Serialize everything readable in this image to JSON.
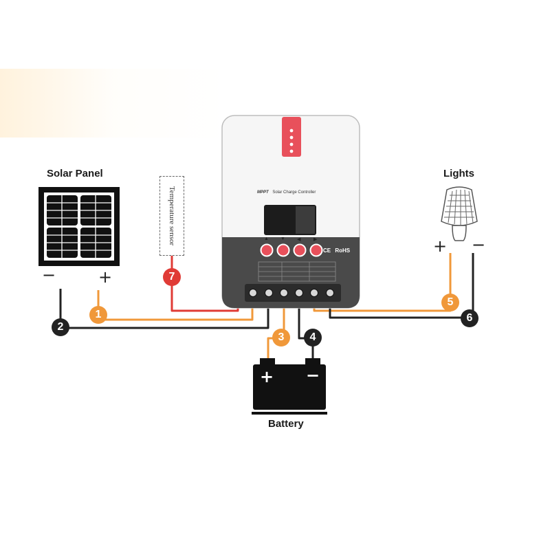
{
  "labels": {
    "solar_panel": "Solar Panel",
    "lights": "Lights",
    "battery": "Battery",
    "temperature_sensor": "Temperature sensor"
  },
  "controller": {
    "brand": "MPPT",
    "subtitle": "Solar Charge Controller",
    "ce_mark": "CE",
    "rohs_mark": "RoHS",
    "buttons": [
      "▲",
      "▼",
      "◀",
      "▶"
    ]
  },
  "terminal_signs": {
    "solar_minus": "−",
    "solar_plus": "+",
    "lights_plus": "+",
    "lights_minus": "−",
    "battery_plus": "+",
    "battery_minus": "−"
  },
  "connections": [
    {
      "id": "1",
      "color": "#f0983a"
    },
    {
      "id": "2",
      "color": "#222222"
    },
    {
      "id": "3",
      "color": "#f0983a"
    },
    {
      "id": "4",
      "color": "#222222"
    },
    {
      "id": "5",
      "color": "#f0983a"
    },
    {
      "id": "6",
      "color": "#222222"
    },
    {
      "id": "7",
      "color": "#e03b36"
    }
  ],
  "colors": {
    "positive_wire": "#f0983a",
    "negative_wire": "#222222",
    "sensor_wire": "#e03b36",
    "controller_accent": "#e8505b"
  }
}
